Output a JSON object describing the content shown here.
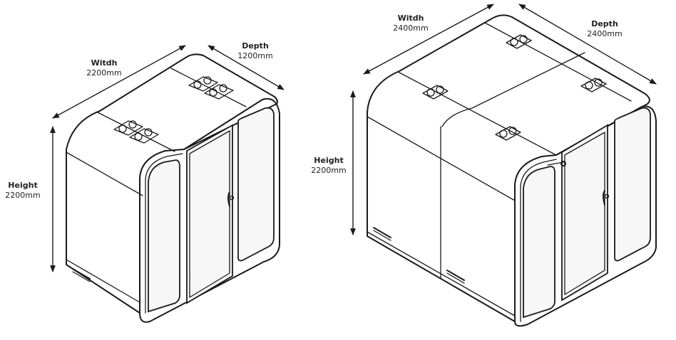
{
  "pod_small": {
    "width_label": "Witdh",
    "width_value": "2200mm",
    "depth_label": "Depth",
    "depth_value": "1200mm",
    "height_label": "Height",
    "height_value": "2200mm"
  },
  "pod_large": {
    "width_label": "Witdh",
    "width_value": "2400mm",
    "depth_label": "Depth",
    "depth_value": "2400mm",
    "height_label": "Height",
    "height_value": "2200mm"
  },
  "colors": {
    "line": "#1a1a1a",
    "panel_fill": "#f7f7f7",
    "background": "#ffffff"
  }
}
